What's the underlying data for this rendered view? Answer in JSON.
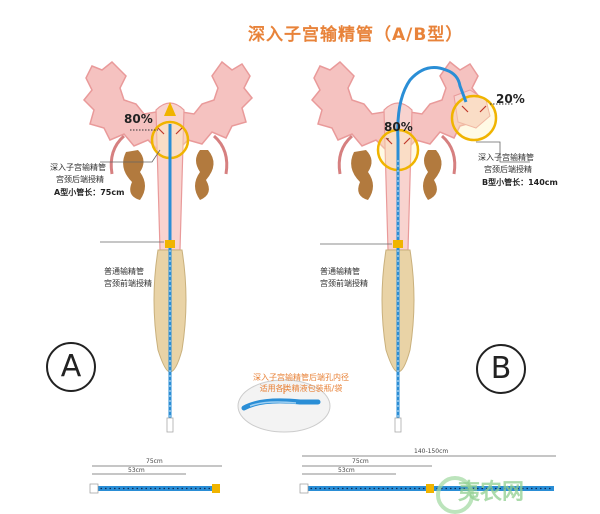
{
  "title": "深入子宫输精管（A/B型）",
  "left": {
    "percent": "80%",
    "label_line1": "深入子宫输精管",
    "label_line2": "宫颈后端授精",
    "label_line3": "A型小管长：75cm",
    "lower_line1": "普通输精管",
    "lower_line2": "宫颈前端授精",
    "letter": "A"
  },
  "right": {
    "percent_top": "20%",
    "percent_mid": "80%",
    "label_line1": "深入子宫输精管",
    "label_line2": "宫颈后端授精",
    "label_line3": "B型小管长：140cm",
    "lower_line1": "普通输精管",
    "lower_line2": "宫颈前端授精",
    "letter": "B"
  },
  "center_note": {
    "line1": "深入子宫输精管后端孔内径",
    "line2": "适用各类精液包装瓶/袋"
  },
  "measures": {
    "a_total": "75cm",
    "a_inner": "53cm",
    "b_total": "140-150cm",
    "b_mid": "75cm",
    "b_inner": "53cm"
  },
  "watermark": "夷农网",
  "colors": {
    "title": "#e8833a",
    "tissue": "#f5c2c0",
    "tissue_edge": "#e99a9a",
    "ovary": "#b27a3e",
    "tube": "#2a8ed6",
    "cervix": "#e9d3a6",
    "ring": "#f0b400"
  }
}
